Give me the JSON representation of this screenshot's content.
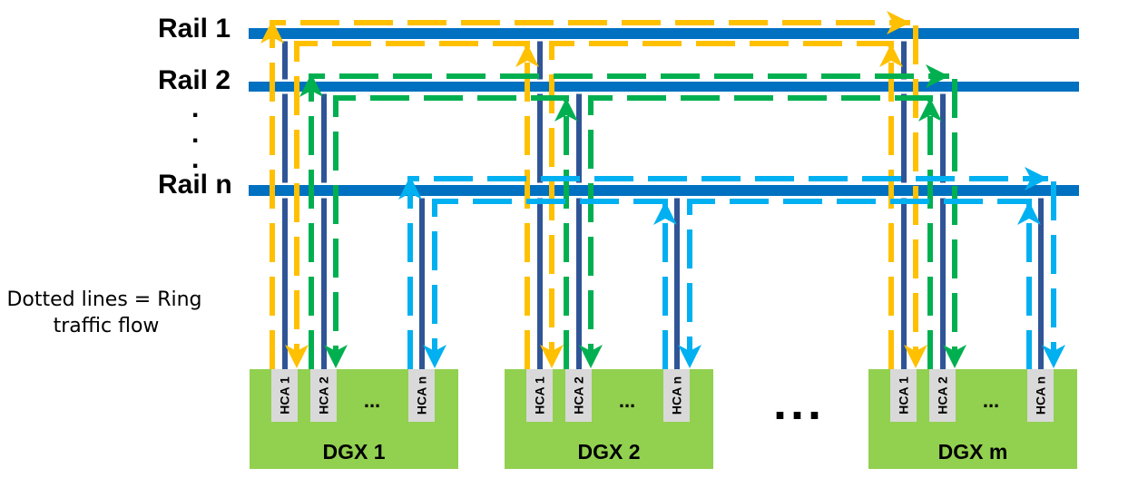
{
  "rails": [
    {
      "label": "Rail 1"
    },
    {
      "label": "Rail 2"
    },
    {
      "label": "Rail n"
    }
  ],
  "rail_gap_marks": [
    ".",
    ".",
    "."
  ],
  "legend": {
    "line1": "Dotted lines = Ring",
    "line2": "traffic flow"
  },
  "nodes": [
    {
      "label": "DGX 1",
      "hcas": [
        "HCA 1",
        "HCA 2",
        "HCA n"
      ],
      "hca_gap": "..."
    },
    {
      "label": "DGX 2",
      "hcas": [
        "HCA 1",
        "HCA 2",
        "HCA n"
      ],
      "hca_gap": "..."
    },
    {
      "label": "DGX m",
      "hcas": [
        "HCA 1",
        "HCA 2",
        "HCA n"
      ],
      "hca_gap": "..."
    }
  ],
  "nodes_gap": "...",
  "rings": [
    {
      "rail": "Rail 1",
      "color": "#FFC000",
      "line_style": "dashed"
    },
    {
      "rail": "Rail 2",
      "color": "#00B050",
      "line_style": "dashed"
    },
    {
      "rail": "Rail n",
      "color": "#00B0F0",
      "line_style": "dashed"
    }
  ],
  "colors": {
    "rail": "#0070C0",
    "link": "#2F5597",
    "node": "#92D050",
    "hca": "#D9D9D9",
    "text": "#000000"
  }
}
